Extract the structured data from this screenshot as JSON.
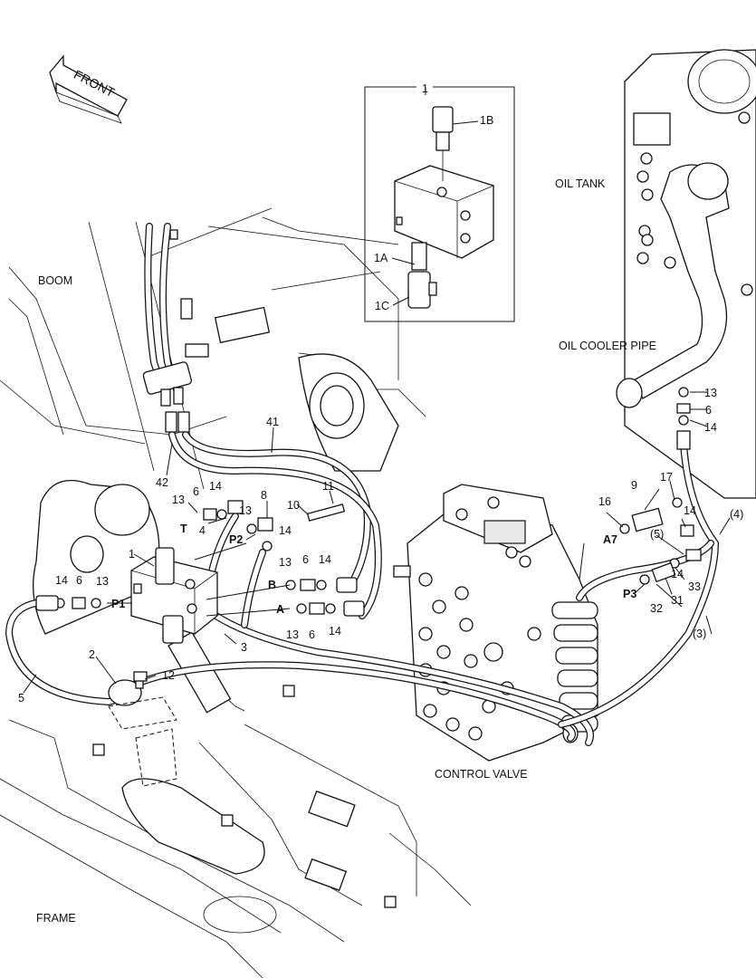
{
  "diagram": {
    "direction_label": "FRONT",
    "labels": {
      "boom": "BOOM",
      "frame": "FRAME",
      "oil_tank": "OIL TANK",
      "oil_cooler_pipe": "OIL COOLER PIPE",
      "control_valve": "CONTROL VALVE"
    },
    "inset": {
      "number": "1",
      "parts": [
        "1A",
        "1B",
        "1C"
      ]
    },
    "ports": {
      "t": "T",
      "p1": "P1",
      "p2": "P2",
      "a": "A",
      "b": "B",
      "a7": "A7",
      "p3": "P3"
    },
    "callouts": {
      "n1": "1",
      "n2": "2",
      "n3": "3",
      "n4": "4",
      "n5": "5",
      "n6a": "6",
      "n6b": "6",
      "n6c": "6",
      "n6d": "6",
      "n6e": "6",
      "n8": "8",
      "n9": "9",
      "n10": "10",
      "n11": "11",
      "n12": "12",
      "n13a": "13",
      "n13b": "13",
      "n13c": "13",
      "n13d": "13",
      "n13e": "13",
      "n13f": "13",
      "n14a": "14",
      "n14b": "14",
      "n14c": "14",
      "n14d": "14",
      "n14e": "14",
      "n14f": "14",
      "n14g": "14",
      "n14h": "14",
      "n16": "16",
      "n17": "17",
      "n31": "31",
      "n32": "32",
      "n33": "33",
      "n41": "41",
      "n42": "42",
      "p3_paren": "(3)",
      "p4_paren": "(4)",
      "p5_paren": "(5)"
    }
  }
}
